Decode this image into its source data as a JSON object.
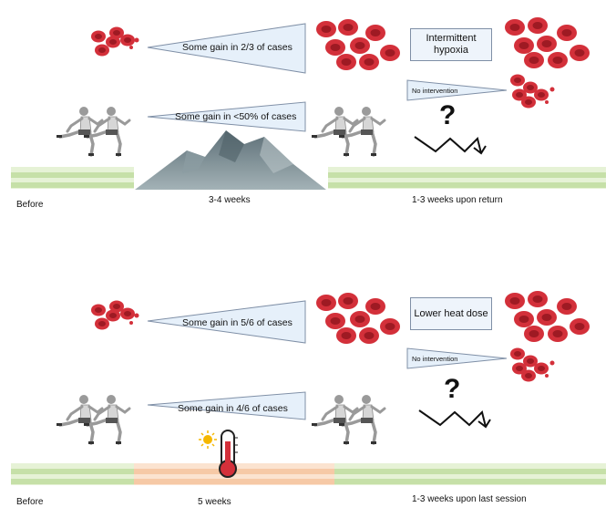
{
  "panel_top": {
    "wedge_rbc": "Some gain in 2/3 of cases",
    "wedge_performance": "Some gain in <50% of cases",
    "intervention_box": "Intermittent hypoxia",
    "no_intervention": "No intervention",
    "question": "?",
    "label_before": "Before",
    "label_during": "3-4 weeks",
    "label_after": "1-3 weeks upon return"
  },
  "panel_bottom": {
    "wedge_rbc": "Some gain in 5/6 of cases",
    "wedge_performance": "Some gain in 4/6 of cases",
    "intervention_box": "Lower heat dose",
    "no_intervention": "No intervention",
    "question": "?",
    "label_before": "Before",
    "label_during": "5 weeks",
    "label_after": "1-3 weeks upon last session"
  },
  "colors": {
    "rbc": "#d3303a",
    "rbc_dark": "#9e1a23",
    "track": "#c6e0a8",
    "heat_track": "#f6c9a6",
    "wedge_fill": "#e6f0fa",
    "wedge_stroke": "#7f8fa6",
    "mountain": "#7d8f95",
    "runner": "#9a9a9a"
  },
  "icons": [
    "red-blood-cells-icon",
    "runner-icon",
    "mountain-icon",
    "thermometer-icon",
    "sun-icon",
    "zigzag-arrow-icon"
  ]
}
